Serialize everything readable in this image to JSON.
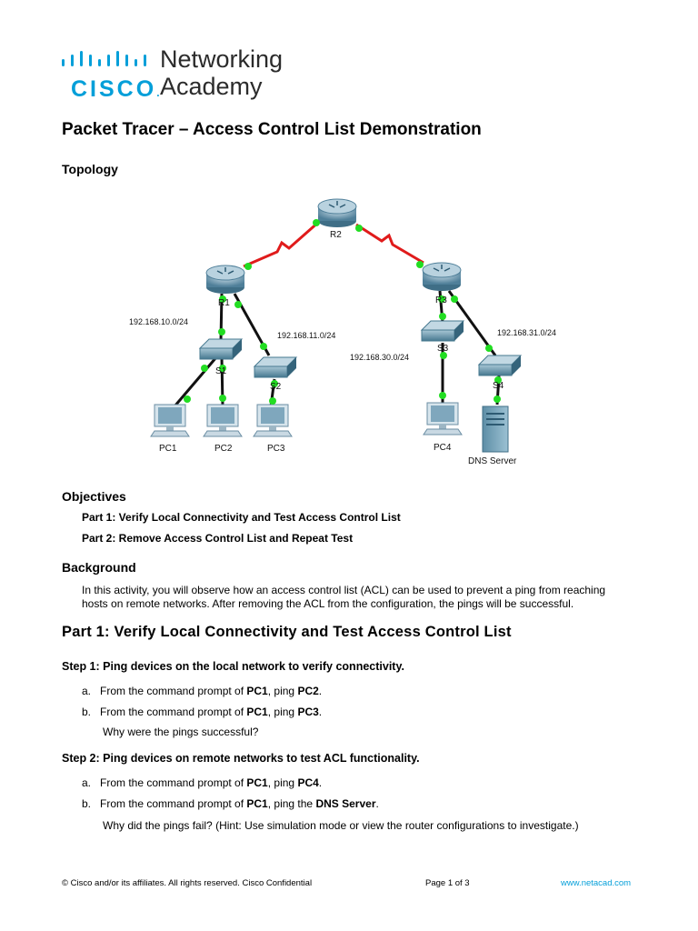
{
  "brand": {
    "logo_word": "CISCO",
    "logo_dot": ".",
    "line1": "Networking",
    "line2": "Academy",
    "color": "#049fd9"
  },
  "document": {
    "title": "Packet Tracer – Access Control List Demonstration"
  },
  "topology": {
    "heading": "Topology",
    "routers": [
      "R2",
      "R1",
      "R3"
    ],
    "switches": [
      "S1",
      "S2",
      "S3",
      "S4"
    ],
    "hosts": [
      "PC1",
      "PC2",
      "PC3",
      "PC4"
    ],
    "server": "DNS Server",
    "networks": [
      "192.168.10.0/24",
      "192.168.11.0/24",
      "192.168.30.0/24",
      "192.168.31.0/24"
    ],
    "link_up_color": "#22dd22",
    "serial_link_color": "#e01b1b"
  },
  "objectives": {
    "heading": "Objectives",
    "items": [
      "Part 1: Verify Local Connectivity and Test Access Control List",
      "Part 2: Remove Access Control List and Repeat Test"
    ]
  },
  "background": {
    "heading": "Background",
    "text_line1": "In this activity, you will observe how an access control list (ACL) can be used to prevent a ping from reaching",
    "text_line2": "hosts on remote networks. After removing the ACL from the configuration, the pings will be successful."
  },
  "part1": {
    "heading": "Part 1:   Verify Local Connectivity and Test Access Control List",
    "step1": {
      "heading": "Step 1:   Ping devices on the local network to verify connectivity.",
      "a": {
        "letter": "a.",
        "prefix": "From the command prompt of ",
        "src": "PC1",
        "mid": ", ping ",
        "dst": "PC2",
        "end": "."
      },
      "b": {
        "letter": "b.",
        "prefix": "From the command prompt of ",
        "src": "PC1",
        "mid": ", ping ",
        "dst": "PC3",
        "end": "."
      },
      "question": "Why were the pings successful?"
    },
    "step2": {
      "heading": "Step 2:   Ping devices on remote networks to test ACL functionality.",
      "a": {
        "letter": "a.",
        "prefix": "From the command prompt of ",
        "src": "PC1",
        "mid": ", ping ",
        "dst": "PC4",
        "end": "."
      },
      "b": {
        "letter": "b.",
        "prefix": "From the command prompt of ",
        "src": "PC1",
        "mid": ", ping the ",
        "dst": "DNS Server",
        "end": "."
      },
      "question": "Why did the pings fail? (Hint: Use simulation mode or view the router configurations to investigate.)"
    }
  },
  "footer": {
    "copyright": "© Cisco and/or its affiliates. All rights reserved. Cisco Confidential",
    "page": "Page 1 of 3",
    "link": "www.netacad.com"
  }
}
